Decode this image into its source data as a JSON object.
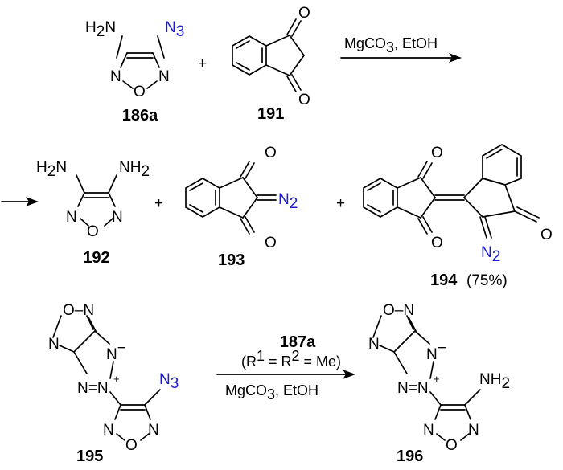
{
  "compounds": {
    "c186a": {
      "label": "186a"
    },
    "c191": {
      "label": "191"
    },
    "c192": {
      "label": "192"
    },
    "c193": {
      "label": "193"
    },
    "c194": {
      "label": "194",
      "yield": "(75%)"
    },
    "c195": {
      "label": "195"
    },
    "c196": {
      "label": "196"
    }
  },
  "reaction1": {
    "conditions": "MgCO3, EtOH"
  },
  "reaction2": {
    "reagent": "187a",
    "substituents": "(R1 = R2 = Me)",
    "conditions": "MgCO3, EtOH"
  },
  "atoms": {
    "H2N": "H2N",
    "NH2": "NH2",
    "N3": "N3",
    "N2": "N2",
    "N": "N",
    "O": "O",
    "ON": "O–N",
    "NN": "N=N",
    "minus": "−",
    "plus": "+"
  },
  "plus_sign": "+",
  "colors": {
    "ink": "#000000",
    "heteroatom_highlight": "#1b1bd6"
  }
}
